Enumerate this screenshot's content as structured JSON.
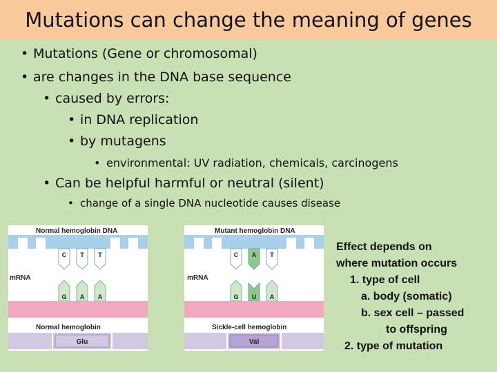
{
  "title": "Mutations can change the meaning of genes",
  "bullets": {
    "b1": "Mutations  (Gene or chromosomal)",
    "b2": "are changes in the DNA base sequence",
    "b3": "caused by errors:",
    "b4": "in DNA replication",
    "b5": "by mutagens",
    "b6": "environmental:  UV radiation, chemicals, carcinogens",
    "b7": "Can be helpful harmful or neutral (silent)",
    "b8": "change of a single DNA nucleotide causes disease"
  },
  "figure": {
    "normal": {
      "dna_label": "Normal hemoglobin DNA",
      "dna_bases": [
        "C",
        "T",
        "T"
      ],
      "mrna_label": "mRNA",
      "mrna_bases": [
        "G",
        "A",
        "A"
      ],
      "protein_label": "Normal hemoglobin",
      "amino_acid": "Glu"
    },
    "mutant": {
      "dna_label": "Mutant hemoglobin DNA",
      "dna_bases": [
        "C",
        "A",
        "T"
      ],
      "mrna_label": "mRNA",
      "mrna_bases": [
        "G",
        "U",
        "A"
      ],
      "protein_label": "Sickle-cell hemoglobin",
      "amino_acid": "Val"
    },
    "colors": {
      "dna": "#a8d0ea",
      "rna": "#f2a9bf",
      "highlight": "#8fc98a",
      "protein": "#d2c8e2",
      "aa_box": "#b4a4d4"
    }
  },
  "side_text": {
    "l1": "Effect depends on",
    "l2": "where mutation occurs",
    "l3": "1. type of cell",
    "l4": "a. body (somatic)",
    "l5": "b. sex cell – passed",
    "l6": "to offspring",
    "l7": "2.  type of mutation"
  }
}
